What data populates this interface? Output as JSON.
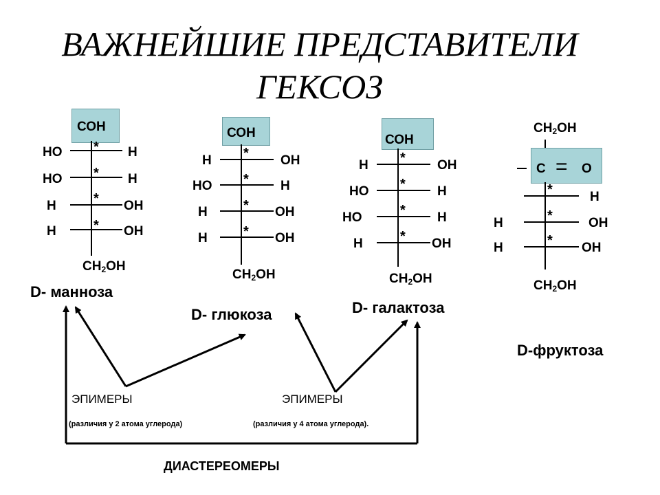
{
  "title": {
    "line1": "ВАЖНЕЙШИЕ ПРЕДСТАВИТЕЛИ",
    "line2": "ГЕКСОЗ"
  },
  "mannose": {
    "top": "СОН",
    "rows": [
      {
        "left": "НО",
        "right": "Н"
      },
      {
        "left": "НО",
        "right": "Н"
      },
      {
        "left": "Н",
        "right": "ОН"
      },
      {
        "left": "Н",
        "right": "ОН"
      }
    ],
    "star": "*",
    "bottom_a": "СН",
    "bottom_sub": "2",
    "bottom_b": "ОН",
    "name": "D- манноза"
  },
  "glucose": {
    "top": "СОН",
    "rows": [
      {
        "left": "Н",
        "right": "ОН"
      },
      {
        "left": "НО",
        "right": "Н"
      },
      {
        "left": "Н",
        "right": "ОН"
      },
      {
        "left": "Н",
        "right": "ОН"
      }
    ],
    "star": "*",
    "bottom_a": "СН",
    "bottom_sub": "2",
    "bottom_b": "ОН",
    "name": "D- глюкоза"
  },
  "galactose": {
    "top": "СОН",
    "rows": [
      {
        "left": "Н",
        "right": "ОН"
      },
      {
        "left": "НО",
        "right": "Н"
      },
      {
        "left": "НО",
        "right": "Н"
      },
      {
        "left": "Н",
        "right": "ОН"
      }
    ],
    "star": "*",
    "bottom_a": "СН",
    "bottom_sub": "2",
    "bottom_b": "ОН",
    "name": "D- галактоза"
  },
  "fructose": {
    "top_a": "СН",
    "top_sub": "2",
    "top_b": "ОН",
    "carbonyl_c": "С",
    "carbonyl_eq": "=",
    "carbonyl_o": "О",
    "rows": [
      {
        "left": "",
        "right": "Н"
      },
      {
        "left": "Н",
        "right": "ОН"
      },
      {
        "left": "Н",
        "right": "ОН"
      }
    ],
    "star": "*",
    "bottom_a": "СН",
    "bottom_sub": "2",
    "bottom_b": "ОН",
    "name": "D-фруктоза"
  },
  "relations": {
    "epimers_1": "ЭПИМЕРЫ",
    "epimers_1_note": "(различия у 2 атома углерода)",
    "epimers_2": "ЭПИМЕРЫ",
    "epimers_2_note": "(различия у  4 атома углерода).",
    "diastereomers": "ДИАСТЕРЕОМЕРЫ"
  }
}
